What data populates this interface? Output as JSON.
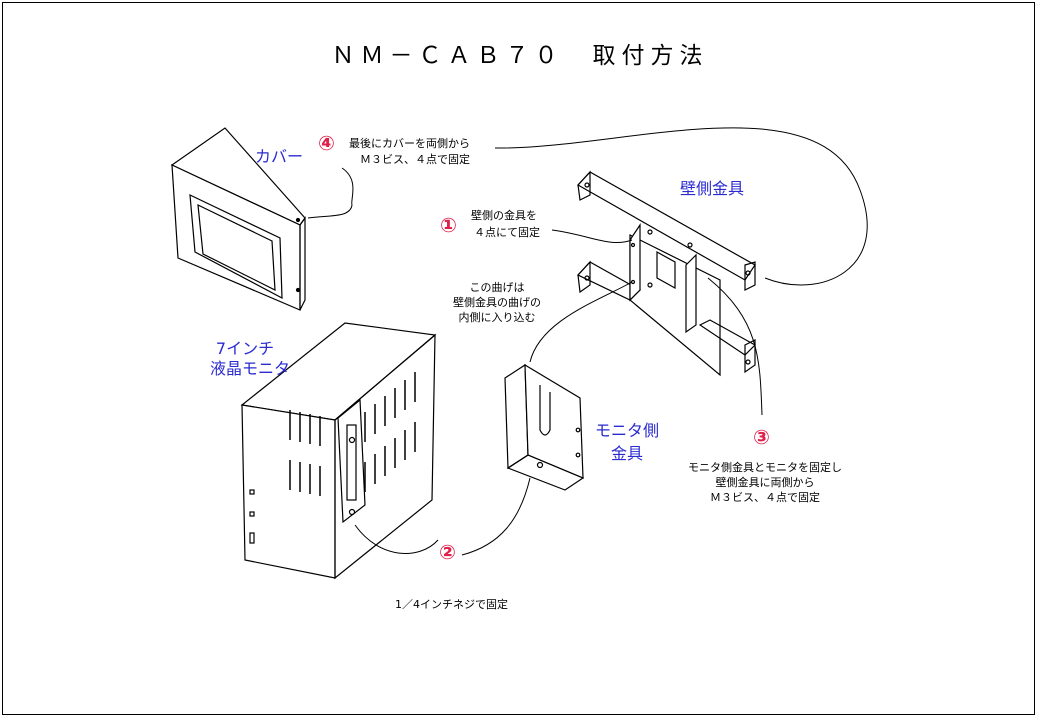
{
  "title": "ＮＭ－ＣＡＢ７０　取付方法",
  "labels": {
    "cover": "カバー",
    "wall_bracket": "壁側金具",
    "monitor_line1": "7インチ",
    "monitor_line2": "液晶モニタ",
    "monitor_bracket_line1": "モニタ側",
    "monitor_bracket_line2": "金具"
  },
  "steps": [
    {
      "num": "①",
      "lines": [
        "壁側の金具を",
        "４点にて固定"
      ]
    },
    {
      "num": "②",
      "lines": [
        "1／4インチネジで固定"
      ]
    },
    {
      "num": "③",
      "lines": [
        "モニタ側金具とモニタを固定し",
        "壁側金具に両側から",
        "Ｍ３ビス、４点で固定"
      ]
    },
    {
      "num": "④",
      "lines": [
        "最後にカバーを両側から",
        "Ｍ３ビス、４点で固定"
      ]
    }
  ],
  "note": [
    "この曲げは",
    "壁側金具の曲げの",
    "内側に入り込む"
  ],
  "colors": {
    "label": "#2b2bd0",
    "step": "#e0204a"
  }
}
